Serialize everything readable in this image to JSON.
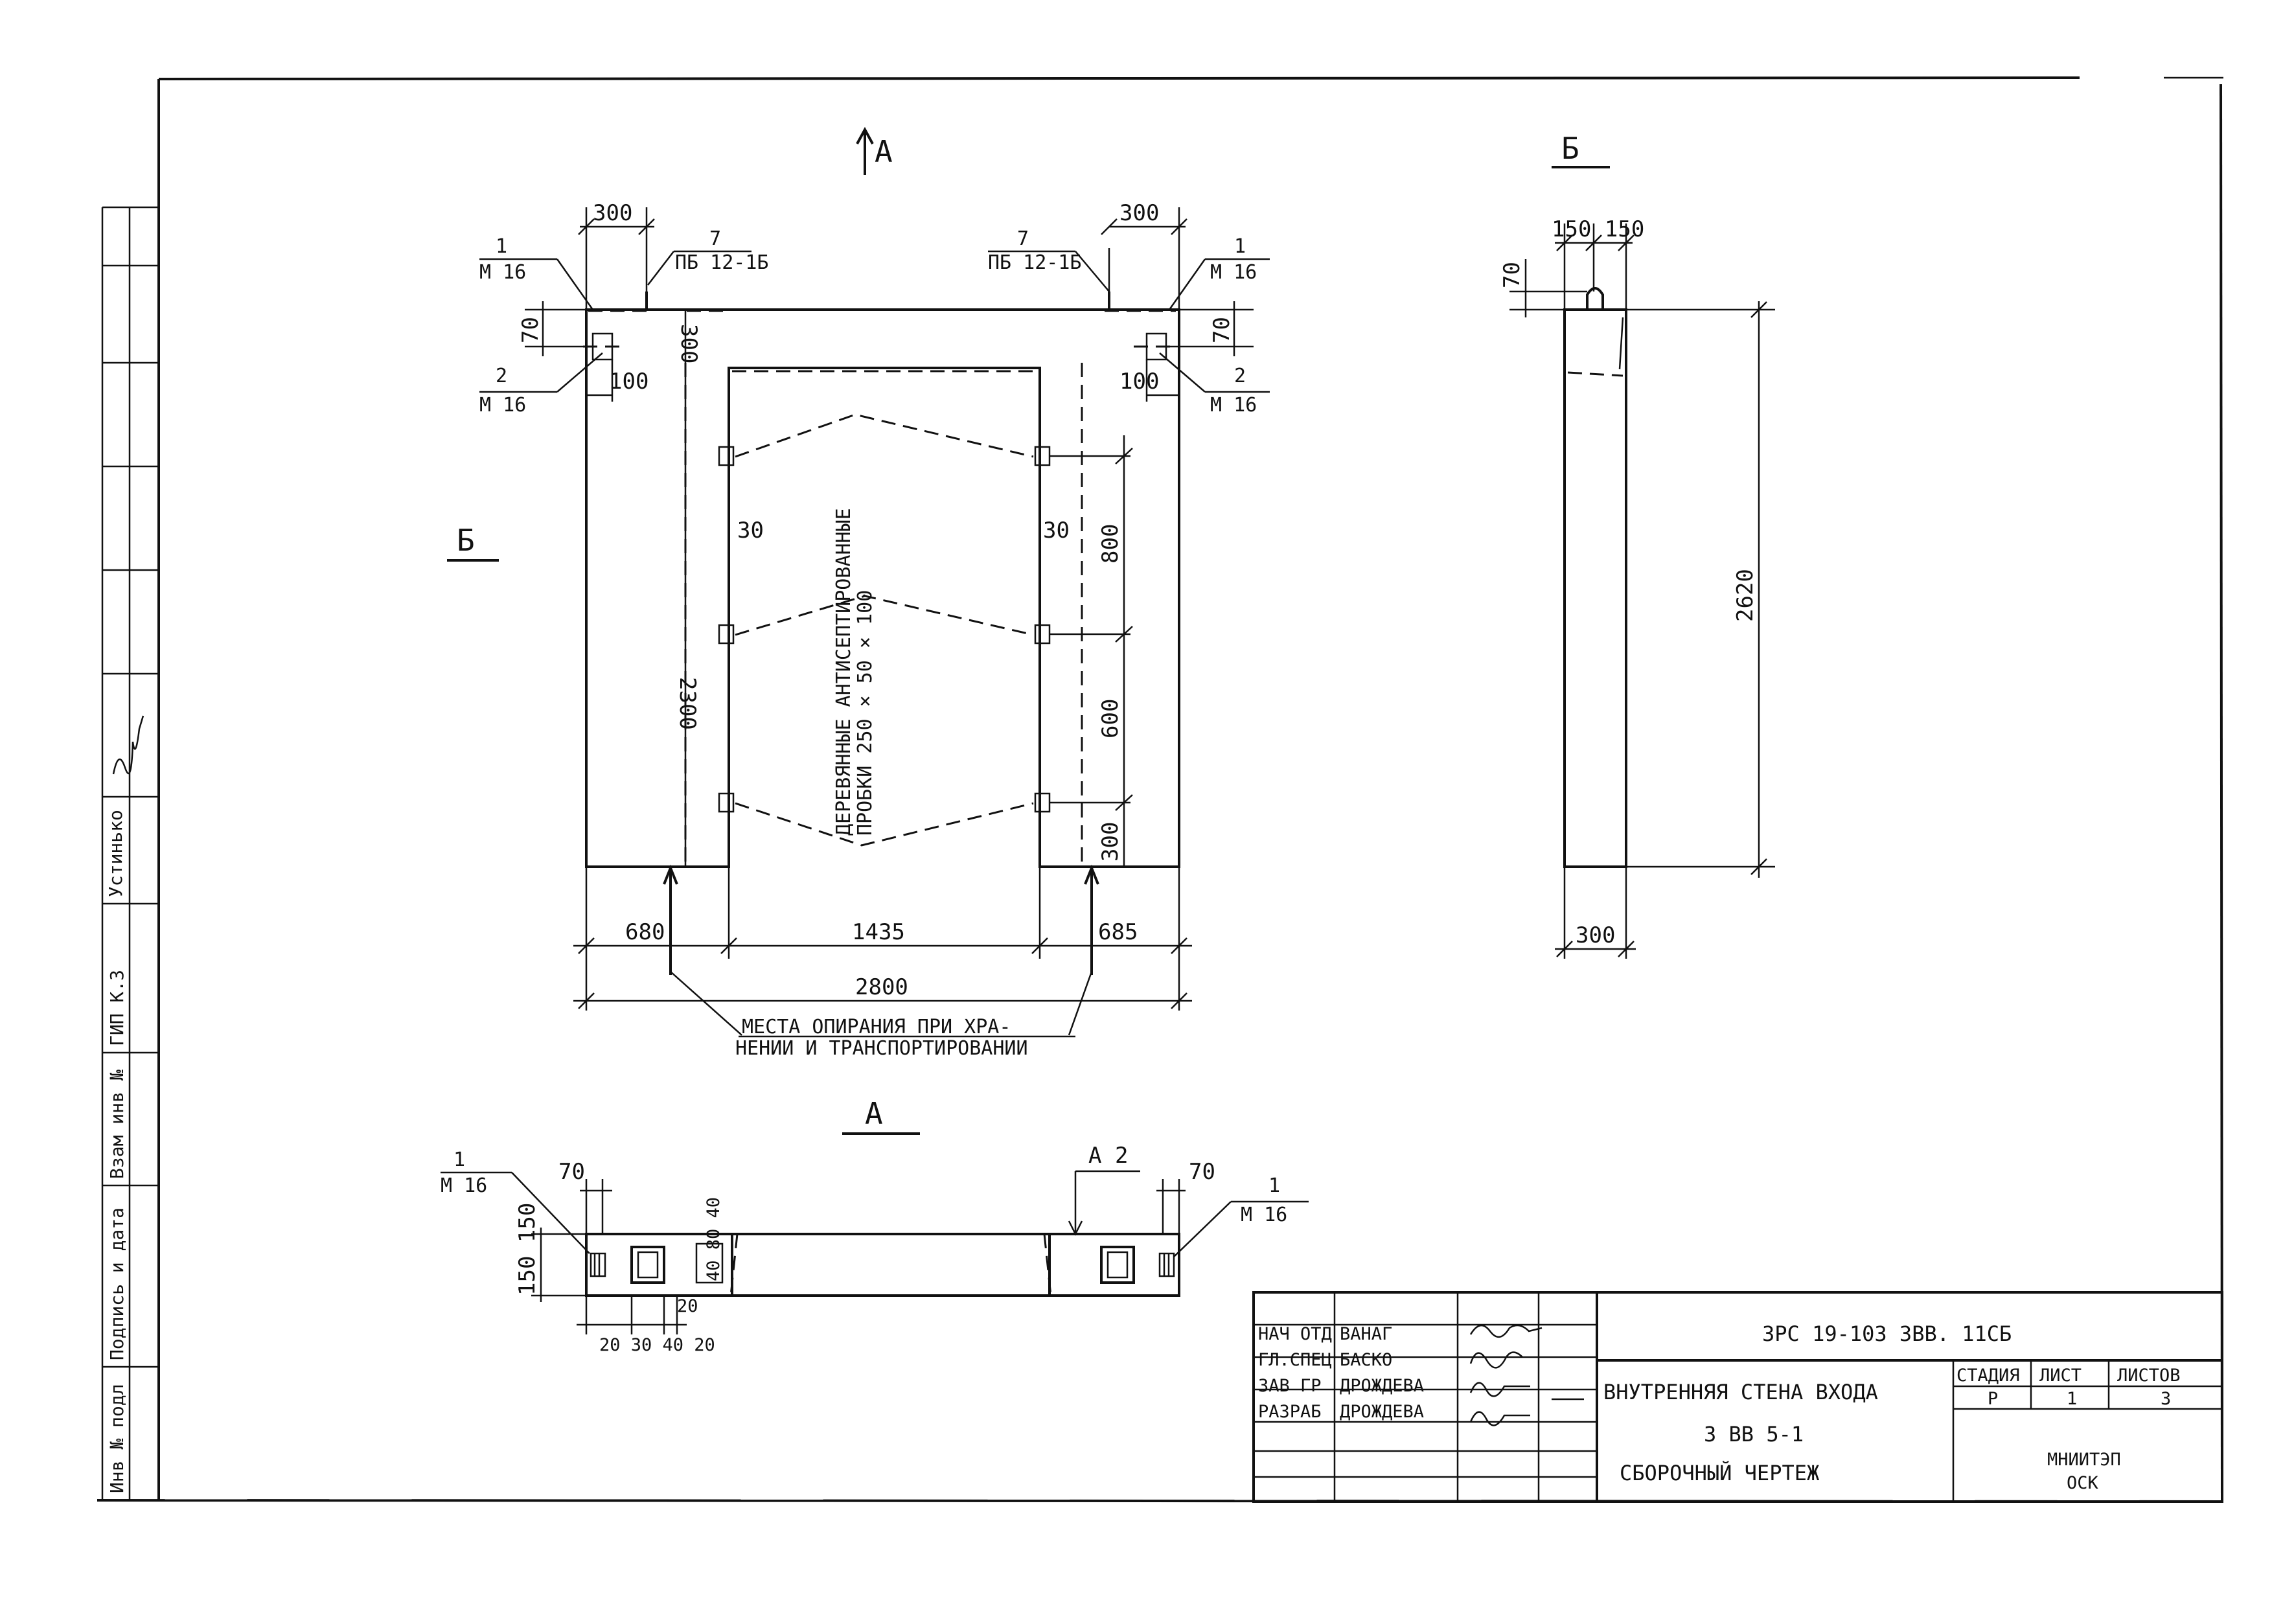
{
  "views": {
    "front_mark": "А",
    "side_view_title": "Б",
    "side_mark": "Б",
    "plan_view_title": "А"
  },
  "dimensions": {
    "top_left_300": "300",
    "top_right_300": "300",
    "dim_70_left": "70",
    "dim_70_right": "70",
    "dim_100_left": "100",
    "dim_100_right": "100",
    "dim_300_top_inner": "300",
    "dim_2300": "2300",
    "dim_30_left": "30",
    "dim_30_right": "30",
    "dim_800": "800",
    "dim_600": "600",
    "dim_300_bottom": "300",
    "dim_680": "680",
    "dim_1435": "1435",
    "dim_685": "685",
    "dim_2800": "2800",
    "side_150_150": "150 150",
    "side_70": "70",
    "side_2620": "2620",
    "side_300": "300",
    "plan_70_left": "70",
    "plan_70_right": "70",
    "plan_150_150": "150 150",
    "plan_bottom_dims": "20 30 40 20",
    "plan_inner_small": "40 80 40",
    "plan_20": "20"
  },
  "callouts": {
    "m16_1_num": "1",
    "m16_1_text": "М 16",
    "m16_2_num": "2",
    "m16_2_text": "М 16",
    "pb_num": "7",
    "pb_text": "ПБ 12-1Б",
    "plan_m16_num": "1",
    "plan_m16_text": "М 16",
    "a2": "А 2"
  },
  "notes": {
    "wood_plugs_line1": "ДЕРЕВЯННЫЕ АНТИСЕПТИРОВАННЫЕ",
    "wood_plugs_line2": "ПРОБКИ 250 × 50 × 100",
    "support_line1": "МЕСТА ОПИРАНИЯ ПРИ ХРА-",
    "support_line2": "НЕНИИ И ТРАНСПОРТИРОВАНИИ"
  },
  "left_strip": {
    "inv_podl": "Инв № подл",
    "podpis_data": "Подпись и дата",
    "vzam_inv": "Взам инв №",
    "gip": "ГИП  К.З",
    "signer": "Устинько"
  },
  "title_block": {
    "code": "3РС 19-103   3ВВ. 11СБ",
    "rows": [
      {
        "role": "НАЧ ОТД",
        "name": "ВАНАГ"
      },
      {
        "role": "ГЛ.СПЕЦ",
        "name": "БАСКО"
      },
      {
        "role": "ЗАВ ГР",
        "name": "ДРОЖДЕВА"
      },
      {
        "role": "РАЗРАБ",
        "name": "ДРОЖДЕВА"
      }
    ],
    "title_line1": "ВНУТРЕННЯЯ СТЕНА ВХОДА",
    "title_line2": "3 ВВ 5-1",
    "title_line3": "СБОРОЧНЫЙ ЧЕРТЕЖ",
    "stage_label": "СТАДИЯ",
    "sheet_label": "ЛИСТ",
    "sheets_label": "ЛИСТОВ",
    "stage": "Р",
    "sheet": "1",
    "sheets": "3",
    "org_line1": "МНИИТЭП",
    "org_line2": "ОСК"
  }
}
